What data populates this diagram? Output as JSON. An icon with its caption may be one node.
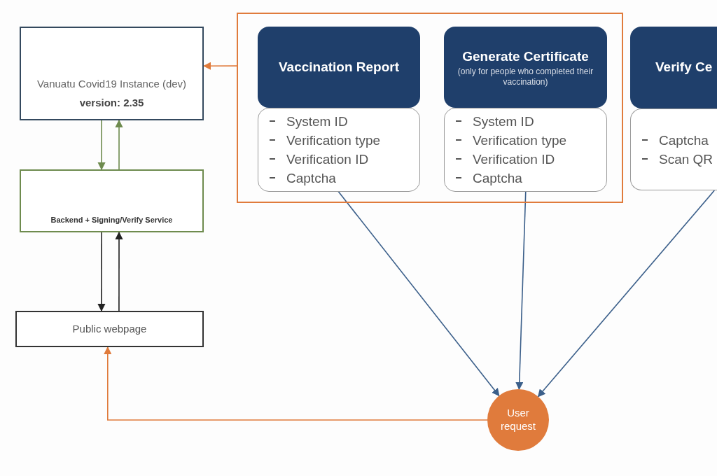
{
  "diagram": {
    "nodes": [
      {
        "text": [
          "Vanuatu Covid19 Instance (dev)",
          "version: 2.35"
        ]
      },
      {
        "text": [
          "Backend + Signing/Verify Service"
        ]
      },
      {
        "text": [
          "Public webpage"
        ]
      },
      {
        "text": [],
        "shape": "box"
      },
      {
        "text": [
          "Vaccination Report"
        ],
        "in": 3
      },
      {
        "text": [
          "System ID",
          "Verification type",
          "Verification ID",
          "Captcha"
        ],
        "in": 3
      },
      {
        "text": [
          "Generate Certificate",
          "(only for people who completed their vaccination)"
        ],
        "in": 3
      },
      {
        "text": [
          "System ID",
          "Verification type",
          "Verification ID",
          "Captcha"
        ],
        "in": 3
      },
      {
        "text": [
          "Verify Ce"
        ]
      },
      {
        "text": [
          "Captcha",
          "Scan QR"
        ]
      },
      {
        "text": [
          "User request"
        ]
      }
    ],
    "edges": [
      {
        "from": 3,
        "to": 0,
        "arrow": "to",
        "color": "#e07b3c"
      },
      {
        "from": 0,
        "to": 1,
        "arrow": "to",
        "color": "#6e8b4e"
      },
      {
        "from": 1,
        "to": 0,
        "arrow": "to",
        "color": "#6e8b4e"
      },
      {
        "from": 1,
        "to": 2,
        "arrow": "to",
        "color": "#222222"
      },
      {
        "from": 2,
        "to": 1,
        "arrow": "to",
        "color": "#222222"
      },
      {
        "from": 5,
        "to": 10,
        "arrow": "to"
      },
      {
        "from": 7,
        "to": 10,
        "arrow": "to"
      },
      {
        "from": 9,
        "to": 10,
        "arrow": "to"
      },
      {
        "from": 10,
        "to": 2,
        "arrow": "to",
        "color": "#e07b3c"
      }
    ]
  }
}
